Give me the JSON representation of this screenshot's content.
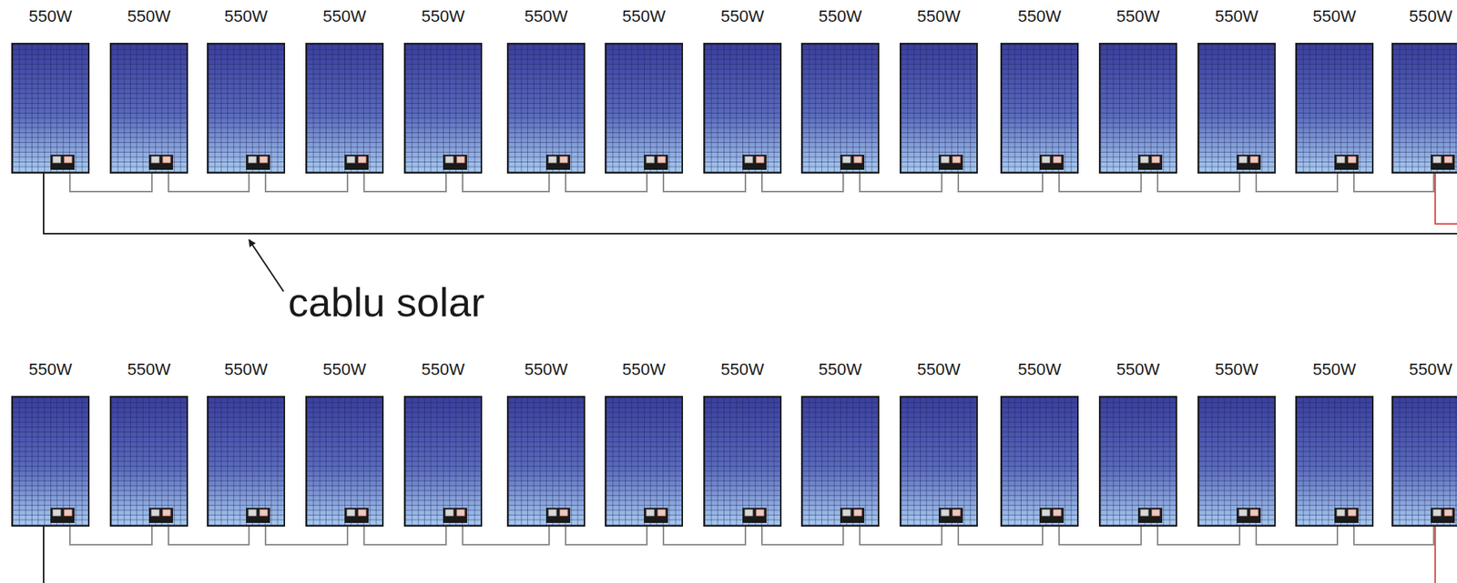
{
  "diagram": {
    "nodes": [
      {
        "text": [
          "550W"
        ]
      },
      {
        "text": [
          "550W"
        ]
      },
      {
        "text": [
          "550W"
        ]
      },
      {
        "text": [
          "550W"
        ]
      },
      {
        "text": [
          "550W"
        ]
      },
      {
        "text": [
          "550W"
        ]
      },
      {
        "text": [
          "550W"
        ]
      },
      {
        "text": [
          "550W"
        ]
      },
      {
        "text": [
          "550W"
        ]
      },
      {
        "text": [
          "550W"
        ]
      },
      {
        "text": [
          "550W"
        ]
      },
      {
        "text": [
          "550W"
        ]
      },
      {
        "text": [
          "550W"
        ]
      },
      {
        "text": [
          "550W"
        ]
      },
      {
        "text": [
          "550W"
        ]
      },
      {
        "text": [
          "550W"
        ]
      },
      {
        "text": [
          "550W"
        ]
      },
      {
        "text": [
          "550W"
        ]
      },
      {
        "text": [
          "550W"
        ]
      },
      {
        "text": [
          "550W"
        ]
      },
      {
        "text": [
          "550W"
        ]
      },
      {
        "text": [
          "550W"
        ]
      },
      {
        "text": [
          "550W"
        ]
      },
      {
        "text": [
          "550W"
        ]
      },
      {
        "text": [
          "550W"
        ]
      },
      {
        "text": [
          "550W"
        ]
      },
      {
        "text": [
          "550W"
        ]
      },
      {
        "text": [
          "550W"
        ]
      },
      {
        "text": [
          "550W"
        ]
      },
      {
        "text": [
          "550W"
        ]
      }
    ],
    "edges": [
      {
        "from": 0,
        "to": 1,
        "arrow": "none"
      },
      {
        "from": 1,
        "to": 2,
        "arrow": "none"
      },
      {
        "from": 2,
        "to": 3,
        "arrow": "none"
      },
      {
        "from": 3,
        "to": 4,
        "arrow": "none"
      },
      {
        "from": 4,
        "to": 5,
        "arrow": "none"
      },
      {
        "from": 5,
        "to": 6,
        "arrow": "none"
      },
      {
        "from": 6,
        "to": 7,
        "arrow": "none"
      },
      {
        "from": 7,
        "to": 8,
        "arrow": "none"
      },
      {
        "from": 8,
        "to": 9,
        "arrow": "none"
      },
      {
        "from": 9,
        "to": 10,
        "arrow": "none"
      },
      {
        "from": 10,
        "to": 11,
        "arrow": "none"
      },
      {
        "from": 11,
        "to": 12,
        "arrow": "none"
      },
      {
        "from": 12,
        "to": 13,
        "arrow": "none"
      },
      {
        "from": 13,
        "to": 14,
        "arrow": "none"
      },
      {
        "from": 15,
        "to": 16,
        "arrow": "none"
      },
      {
        "from": 16,
        "to": 17,
        "arrow": "none"
      },
      {
        "from": 17,
        "to": 18,
        "arrow": "none"
      },
      {
        "from": 18,
        "to": 19,
        "arrow": "none"
      },
      {
        "from": 19,
        "to": 20,
        "arrow": "none"
      },
      {
        "from": 20,
        "to": 21,
        "arrow": "none"
      },
      {
        "from": 21,
        "to": 22,
        "arrow": "none"
      },
      {
        "from": 22,
        "to": 23,
        "arrow": "none"
      },
      {
        "from": 23,
        "to": 24,
        "arrow": "none"
      },
      {
        "from": 24,
        "to": 25,
        "arrow": "none"
      },
      {
        "from": 25,
        "to": 26,
        "arrow": "none"
      },
      {
        "from": 26,
        "to": 27,
        "arrow": "none"
      },
      {
        "from": 27,
        "to": 28,
        "arrow": "none"
      },
      {
        "from": 28,
        "to": 29,
        "arrow": "none"
      }
    ],
    "labels": [
      "cablu solar"
    ]
  }
}
